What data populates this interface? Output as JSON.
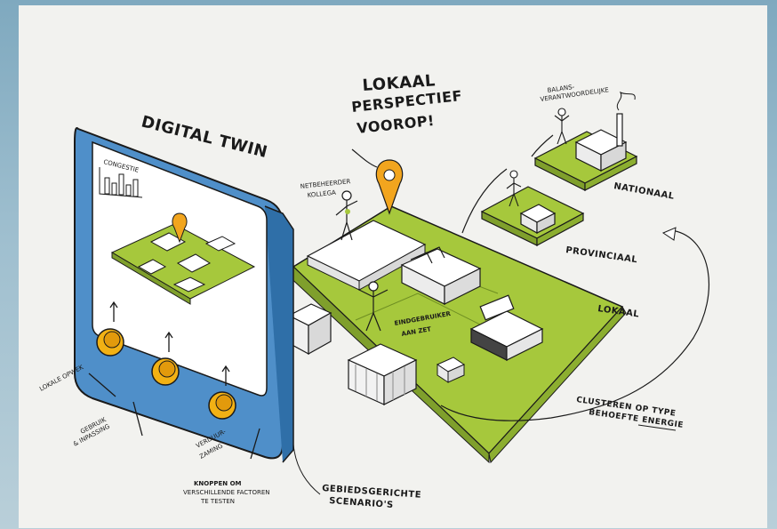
{
  "title": {
    "line1": "LOKAAL",
    "line2": "PERSPECTIEF",
    "line3": "VOOROP!"
  },
  "screen": {
    "label": "DIGITAL TWIN",
    "congestion_label": "CONGESTIE"
  },
  "knobs": {
    "knob1": "LOKALE OPWEK",
    "knob2_line1": "GEBRUIK",
    "knob2_line2": "& INPASSING",
    "knob3_line1": "VERDUUR-",
    "knob3_line2": "ZAMING"
  },
  "levels": {
    "national": "NATIONAAL",
    "national_figure": "BALANS-",
    "national_figure2": "VERANTWOORDELIJKE",
    "provincial": "PROVINCIAAL",
    "local": "LOKAAL",
    "neighbour_line1": "NETBEHEERDER",
    "neighbour_line2": "KOLLEGA"
  },
  "annotations": {
    "user_line1": "EINDGEBRUIKER",
    "user_line2": "AAN ZET",
    "cluster_line1": "CLUSTEREN OP TYPE",
    "cluster_line2": "BEHOEFTE ENERGIE",
    "buttons_line1": "KNOPPEN OM",
    "buttons_line2": "VERSCHILLENDE FACTOREN",
    "buttons_line3": "TE TESTEN",
    "scenario_line1": "GEBIEDSGERICHTE",
    "scenario_line2": "SCENARIO'S"
  },
  "colors": {
    "green": "#a6c83c",
    "screen_blue": "#4f8fc9",
    "knob": "#f2b114",
    "pin": "#f2a51e"
  }
}
